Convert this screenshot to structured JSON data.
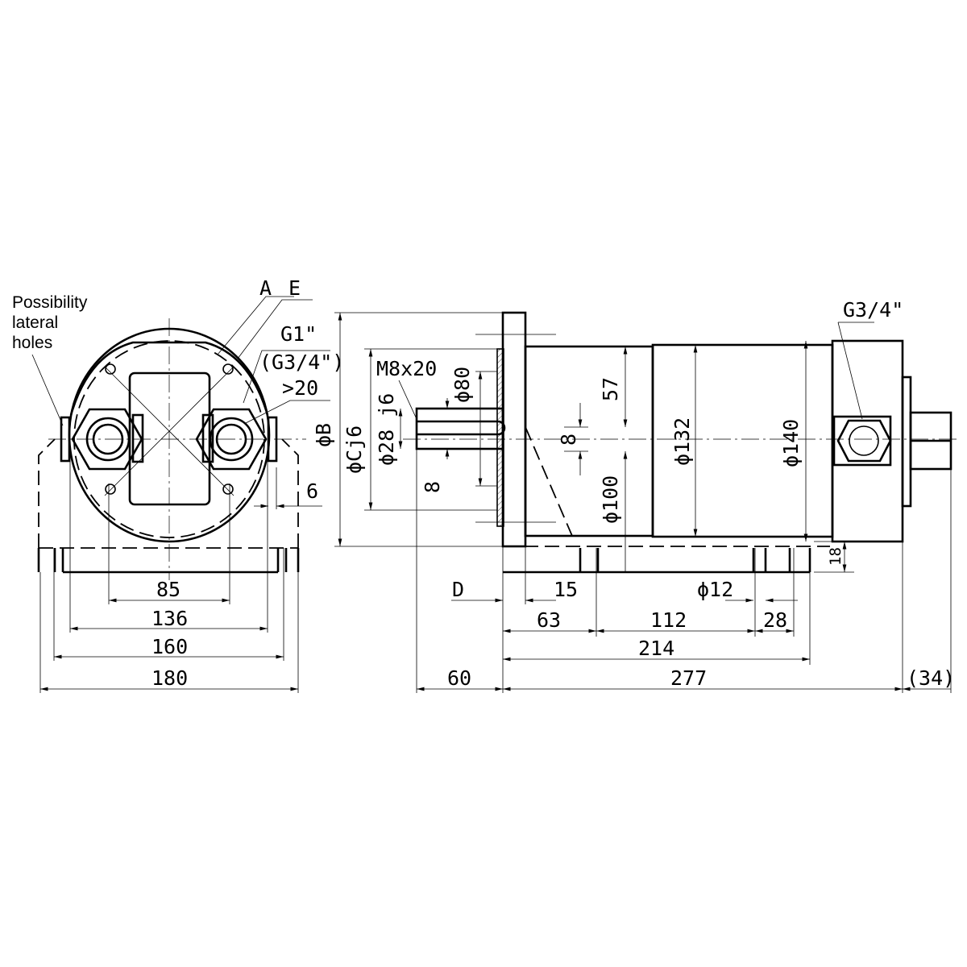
{
  "title": "Motor dimensional drawing",
  "notes": {
    "lateral_holes": [
      "Possibility",
      "lateral",
      "holes"
    ]
  },
  "front_view": {
    "callouts": {
      "a": "A",
      "e": "E",
      "g1": "G1\"",
      "g34": "(G3/4\")",
      "gt20": ">20",
      "phiB": "ϕB",
      "six": "6"
    },
    "dims": {
      "d85": "85",
      "d136": "136",
      "d160": "160",
      "d180": "180"
    }
  },
  "side_view": {
    "callouts": {
      "g34": "G3/4\"",
      "m8x20": "M8x20",
      "phiC": "ϕCj6",
      "phi28": "ϕ28 j6",
      "phi80": "ϕ80",
      "eight_a": "8",
      "eight_b": "8",
      "d57": "57",
      "phi100": "ϕ100",
      "phi132": "ϕ132",
      "phi140": "ϕ140",
      "d18": "18"
    },
    "dims": {
      "D": "D",
      "d15": "15",
      "phi12": "ϕ12",
      "d63": "63",
      "d112": "112",
      "d28": "28",
      "d214": "214",
      "d60": "60",
      "d277": "277",
      "d34": "(34)"
    }
  }
}
